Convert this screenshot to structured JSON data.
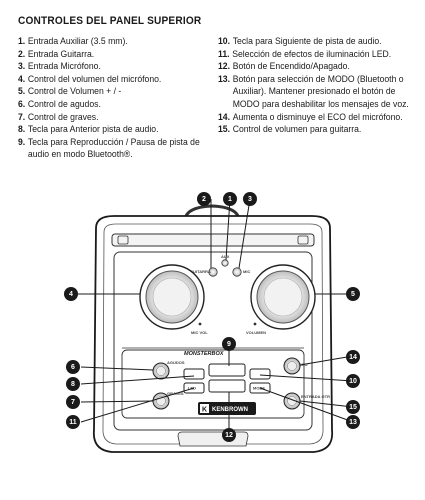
{
  "title": "CONTROLES DEL PANEL SUPERIOR",
  "legend": [
    {
      "num": "1.",
      "text": "Entrada Auxiliar (3.5 mm)."
    },
    {
      "num": "2.",
      "text": "Entrada Guitarra."
    },
    {
      "num": "3.",
      "text": "Entrada Micrófono."
    },
    {
      "num": "4.",
      "text": "Control del volumen del micrófono."
    },
    {
      "num": "5.",
      "text": "Control de Volumen + / -"
    },
    {
      "num": "6.",
      "text": "Control de agudos."
    },
    {
      "num": "7.",
      "text": "Control de graves."
    },
    {
      "num": "8.",
      "text": "Tecla para Anterior pista de audio."
    },
    {
      "num": "9.",
      "text": "Tecla para Reproducción / Pausa de pista de audio en modo Bluetooth®."
    },
    {
      "num": "10.",
      "text": "Tecla para Siguiente de pista de audio."
    },
    {
      "num": "11.",
      "text": "Selección de efectos de iluminación LED."
    },
    {
      "num": "12.",
      "text": "Botón de Encendido/Apagado."
    },
    {
      "num": "13.",
      "text": "Botón para selección de MODO (Bluetooth o Auxiliar). Mantener presionado el botón de MODO para deshabilitar los mensajes de voz."
    },
    {
      "num": "14.",
      "text": "Aumenta o disminuye el ECO del micrófono."
    },
    {
      "num": "15.",
      "text": "Control de volumen para guitarra."
    }
  ],
  "device_labels": {
    "aux": "AUX",
    "guitarra": "GUITARRA",
    "mic": "MIC",
    "mic_vol": "MIC VOL",
    "volumen": "VOLUMEN",
    "monsterbox": "MONSTERBOX",
    "agudos": "AGUDOS",
    "graves": "GRAVES",
    "eco": "ECO",
    "entrada_gtr": "ENTRADA GTR",
    "led": "LED",
    "mode": "MODE",
    "brand": "KENBROWN"
  },
  "badges": [
    "1",
    "2",
    "3",
    "4",
    "5",
    "6",
    "7",
    "8",
    "9",
    "10",
    "11",
    "12",
    "13",
    "14",
    "15"
  ],
  "colors": {
    "ink": "#1a1a1a",
    "panel": "#ffffff",
    "badge_text": "#ffffff"
  }
}
